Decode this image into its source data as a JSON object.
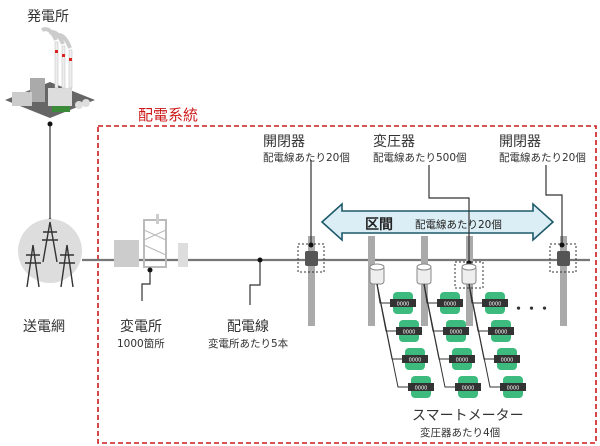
{
  "title_power_plant": "発電所",
  "title_distribution_system": "配電系統",
  "transmission_grid": "送電網",
  "substation": {
    "label": "変電所",
    "sub": "1000箇所"
  },
  "distribution_line": {
    "label": "配電線",
    "sub": "変電所あたり5本"
  },
  "switch_left": {
    "label": "開閉器",
    "sub": "配電線あたり20個"
  },
  "transformer": {
    "label": "変圧器",
    "sub": "配電線あたり500個"
  },
  "switch_right": {
    "label": "開閉器",
    "sub": "配電線あたり20個"
  },
  "section": {
    "label": "区間",
    "sub": "配電線あたり20個"
  },
  "smart_meter": {
    "label": "スマートメーター",
    "sub": "変圧器あたり4個",
    "display": "0000"
  },
  "ellipsis": "・・・",
  "colors": {
    "system_border": "#cc1a1a",
    "meter_green": "#3dbb7f",
    "arrow_fill": "#dceef5",
    "arrow_stroke": "#1d5a6a"
  }
}
